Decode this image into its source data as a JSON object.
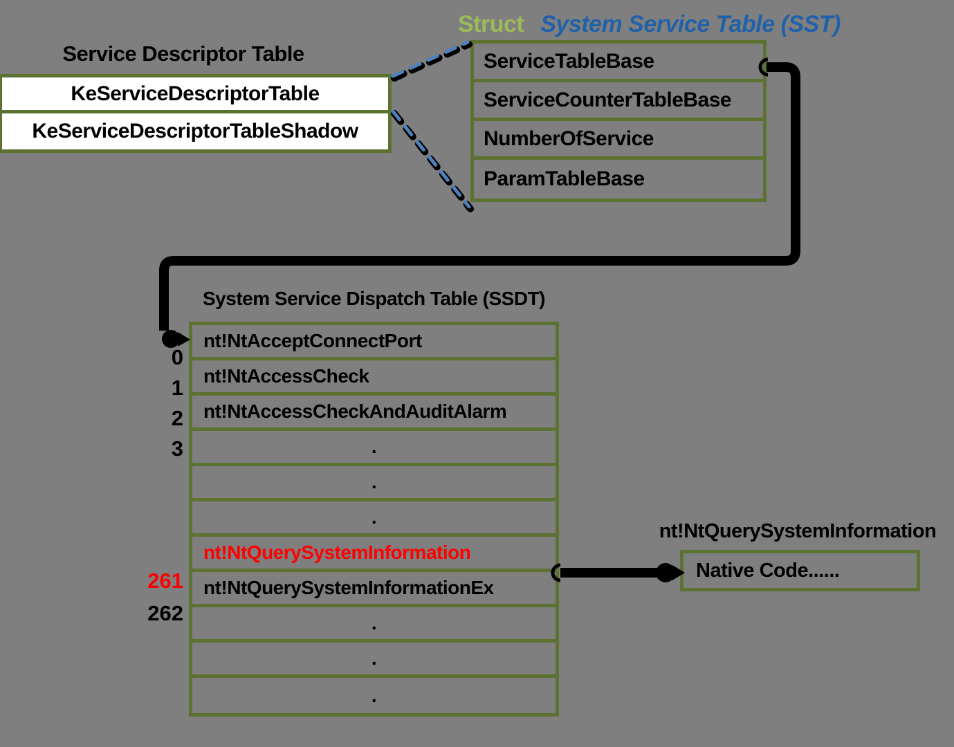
{
  "colors": {
    "background": "#7F7F7F",
    "border_olive": "#5C7230",
    "struct_green": "#9BBB59",
    "title_blue": "#2161A9",
    "highlight_red": "#FF0000",
    "connector_blue": "#4F81BD",
    "connector_black": "#000000",
    "box_white": "#FFFFFF",
    "text_black": "#000000"
  },
  "service_descriptor_table": {
    "title": "Service Descriptor Table",
    "rows": [
      "KeServiceDescriptorTable",
      "KeServiceDescriptorTableShadow"
    ]
  },
  "system_service_table": {
    "struct_keyword": "Struct",
    "title": "System Service Table (SST)",
    "rows": [
      "ServiceTableBase",
      "ServiceCounterTableBase",
      "NumberOfService",
      "ParamTableBase"
    ]
  },
  "ssdt": {
    "title": "System Service Dispatch Table (SSDT)",
    "rows": [
      "nt!NtAcceptConnectPort",
      "nt!NtAccessCheck",
      "nt!NtAccessCheckAndAuditAlarm",
      ".",
      ".",
      ".",
      "nt!NtQuerySystemInformation",
      "nt!NtQuerySystemInformationEx",
      ".",
      ".",
      "."
    ],
    "indices": [
      "0",
      "1",
      "2",
      "3",
      "261",
      "262"
    ],
    "highlighted_index": "261",
    "highlighted_row": "nt!NtQuerySystemInformation"
  },
  "native_code": {
    "title": "nt!NtQuerySystemInformation",
    "box_label": "Native Code......"
  }
}
